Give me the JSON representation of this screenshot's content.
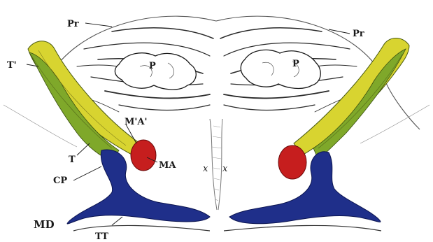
{
  "labels": {
    "pr_left": "Pr",
    "pr_right": "Pr",
    "p_left": "P",
    "p_right": "P",
    "t_prime": "T'",
    "ma_prime": "M'A'",
    "ma": "MA",
    "t": "T",
    "cp": "CP",
    "x_left": "x",
    "x_right": "x",
    "md": "MD",
    "tt": "TT"
  },
  "colors": {
    "tendon_yellow": "#d8d430",
    "tendon_green": "#7fa82a",
    "nucleus_red": "#c61e1e",
    "base_blue": "#1f2f8a",
    "ink": "#1a1a1a"
  }
}
